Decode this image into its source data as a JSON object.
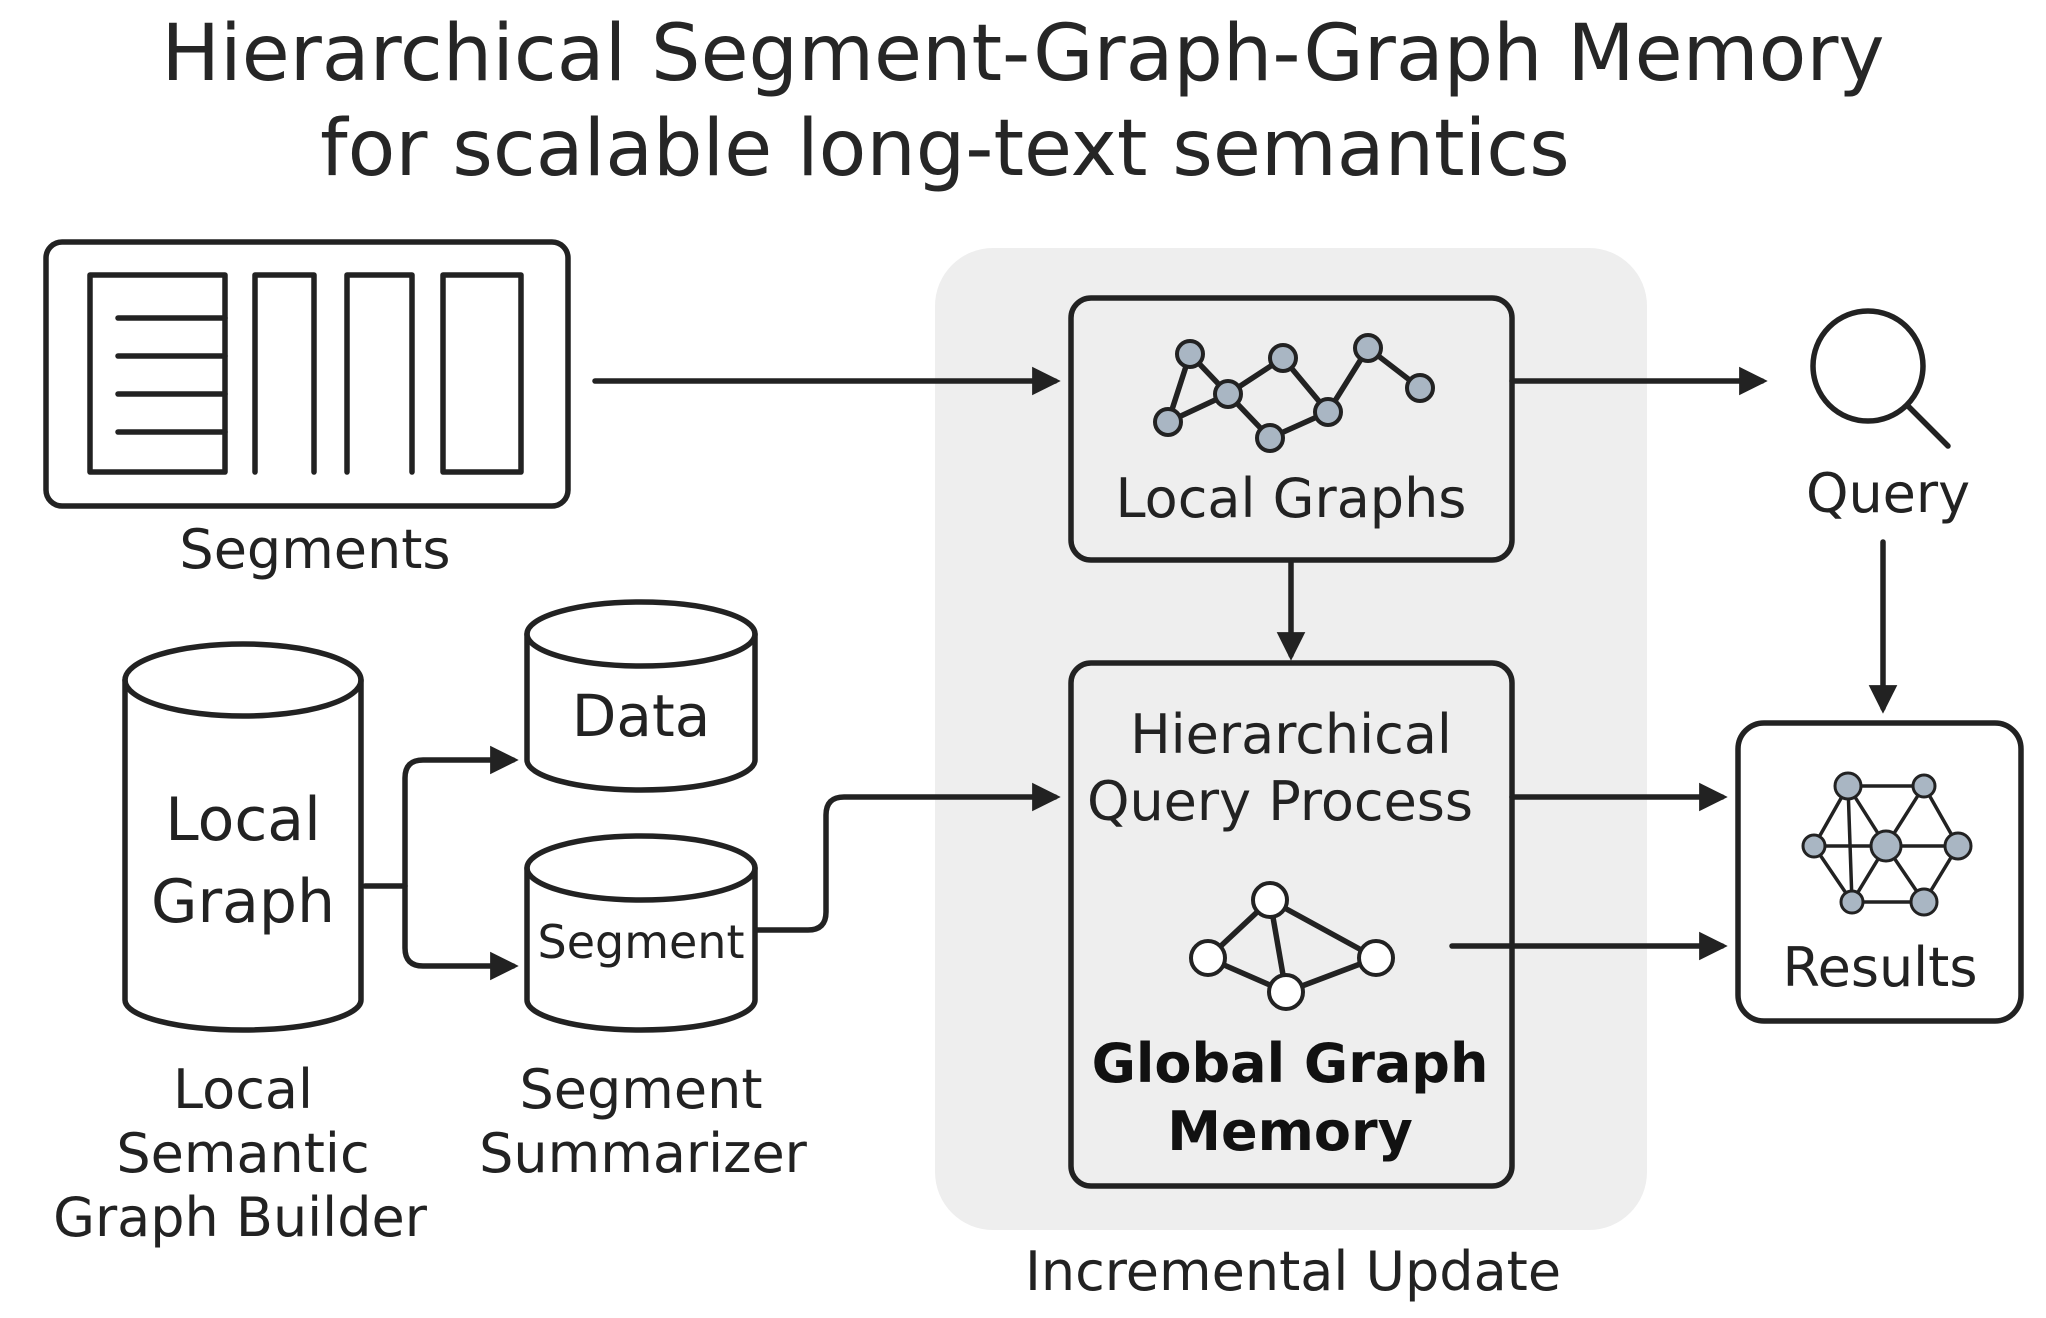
{
  "title": {
    "line1": "Hierarchical Segment-Graph-Graph Memory",
    "line2": "for scalable long-text semantics"
  },
  "segments": {
    "label": "Segments"
  },
  "local_graphs": {
    "label": "Local Graphs"
  },
  "query": {
    "label": "Query"
  },
  "local_graph_db": {
    "line1": "Local",
    "line2": "Graph"
  },
  "data_db": {
    "label": "Data"
  },
  "segment_db": {
    "label": "Segment"
  },
  "builder": {
    "line1": "Local",
    "line2": "Semantic",
    "line3": "Graph Builder"
  },
  "summarizer": {
    "line1": "Segment",
    "line2": "Summarizer"
  },
  "hierarchical": {
    "line1": "Hierarchical",
    "line2": "Query Process",
    "memory_line1": "Global Graph",
    "memory_line2": "Memory"
  },
  "results": {
    "label": "Results"
  },
  "incremental": {
    "label": "Incremental Update"
  },
  "colors": {
    "stroke": "#222222",
    "panel_fill": "#eeeeee",
    "hier_box_fill": "#e6e6e6",
    "data_db_fill": "#d5dbe2",
    "segment_db_fill": "#f6d9bd",
    "graph_node_fill": "#a9b6c3"
  },
  "icons": {
    "document": "segments-document-icon",
    "local_graph": "network-graph-icon",
    "global_graph": "global-graph-icon",
    "query": "magnifier-icon",
    "results": "results-network-icon"
  }
}
